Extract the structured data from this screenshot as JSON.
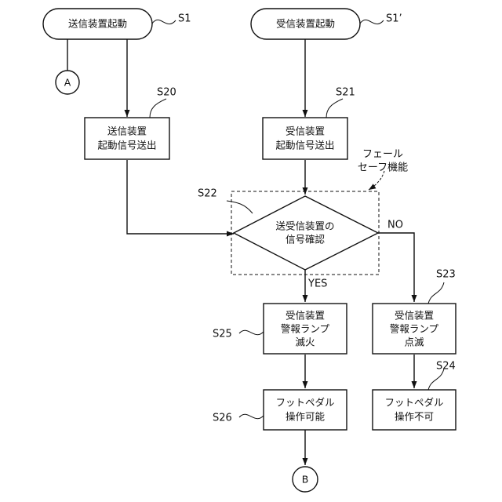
{
  "nodes": {
    "start_send": "送信装置起動",
    "start_recv": "受信装置起動",
    "connector_a": "A",
    "connector_b": "B",
    "s20_line1": "送信装置",
    "s20_line2": "起動信号送出",
    "s21_line1": "受信装置",
    "s21_line2": "起動信号送出",
    "s22_line1": "送受信装置の",
    "s22_line2": "信号確認",
    "s25_line1": "受信装置",
    "s25_line2": "警報ランプ",
    "s25_line3": "滅火",
    "s23_line1": "受信装置",
    "s23_line2": "警報ランプ",
    "s23_line3": "点滅",
    "s26_line1": "フットペダル",
    "s26_line2": "操作可能",
    "s24_line1": "フットペダル",
    "s24_line2": "操作不可"
  },
  "step_labels": {
    "s1": "S1",
    "s1p": "S1’",
    "s20": "S20",
    "s21": "S21",
    "s22": "S22",
    "s23": "S23",
    "s24": "S24",
    "s25": "S25",
    "s26": "S26"
  },
  "edge_labels": {
    "yes": "YES",
    "no": "NO"
  },
  "annotation": {
    "failsafe_line1": "フェール",
    "failsafe_line2": "セーフ機能"
  }
}
